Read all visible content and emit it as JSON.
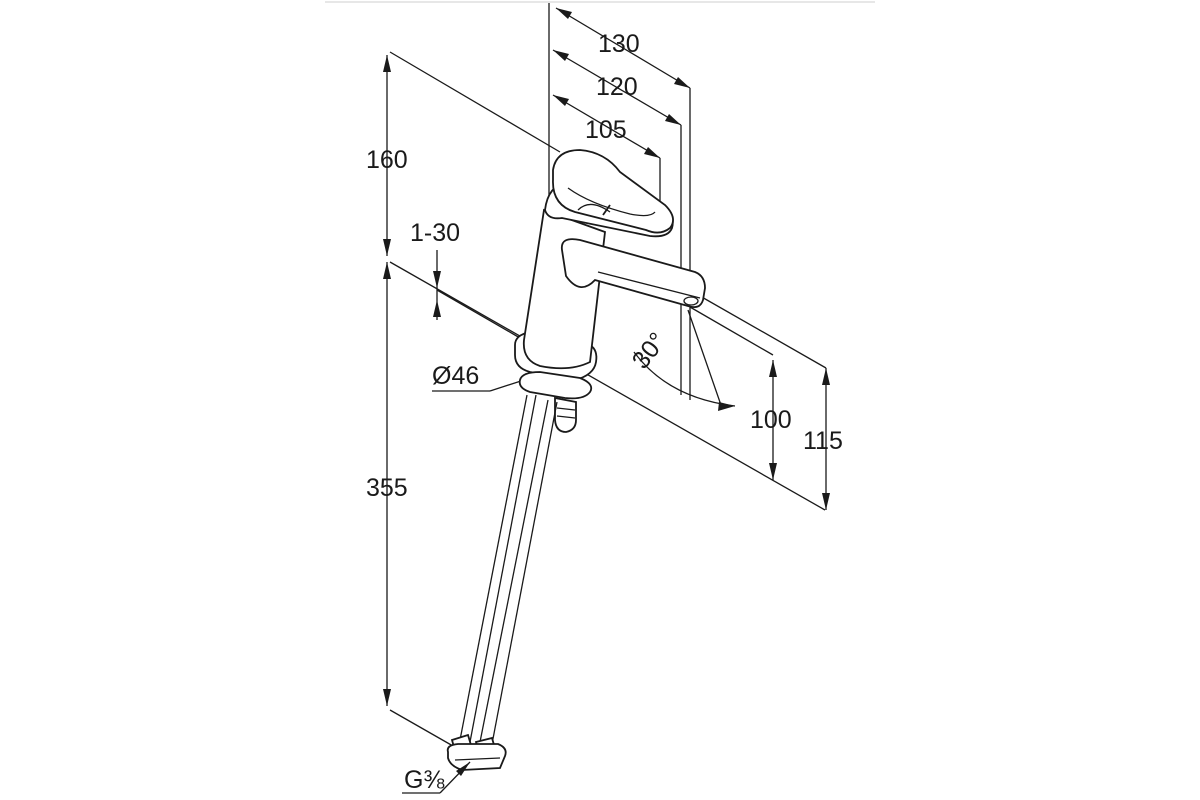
{
  "drawing": {
    "colors": {
      "line": "#1a1a1a",
      "background": "#ffffff"
    },
    "dimensions": {
      "d130": "130",
      "d120": "120",
      "d105": "105",
      "d160": "160",
      "d1_30": "1-30",
      "angle": "30°",
      "dia46": "Ø46",
      "d100": "100",
      "d115": "115",
      "d355": "355",
      "thread": "G⅜"
    }
  }
}
